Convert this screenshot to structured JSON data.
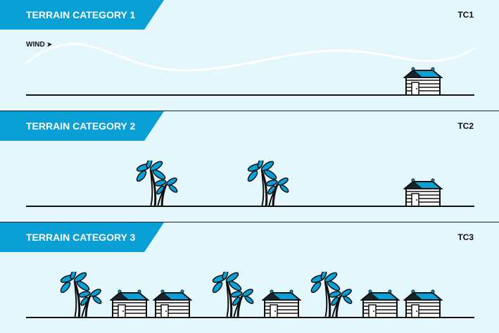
{
  "panels": [
    {
      "title": "TERRAIN CATEGORY 1",
      "code": "TC1",
      "wind_label": "WIND"
    },
    {
      "title": "TERRAIN CATEGORY 2",
      "code": "TC2"
    },
    {
      "title": "TERRAIN CATEGORY 3",
      "code": "TC3"
    }
  ],
  "colors": {
    "accent": "#0a9fd5",
    "background": "#e4f7fd"
  }
}
